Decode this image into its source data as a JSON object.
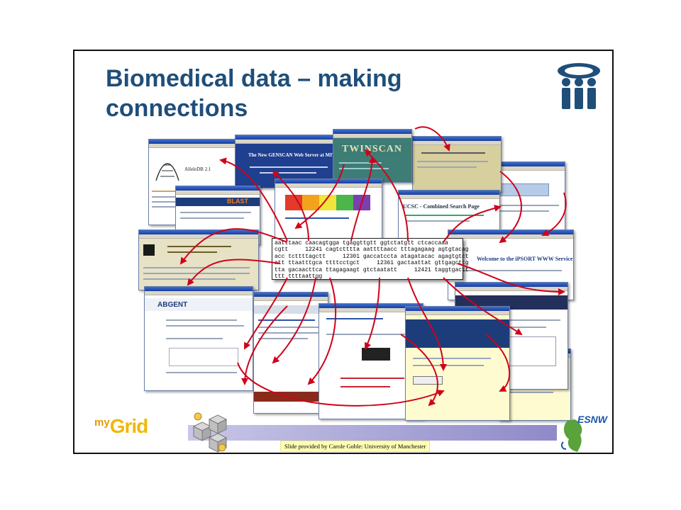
{
  "slide": {
    "title_line1": "Biomedical data – making",
    "title_line2": "connections",
    "mii_logo_icon": "mii-logo-icon",
    "footer_brand_my": "my",
    "footer_brand_grid": "Grid",
    "esnw_label": "ESNW",
    "credit": "Slide provided by Carole Goble: University of Manchester"
  },
  "screenshots": {
    "genscan_title": "The New GENSCAN Web Server at MIT",
    "twinscan_banner": "TWINSCAN",
    "blast_label": "BLAST",
    "abgent_label": "ABGENT",
    "combined_search": "UCSC - Combined Search Page",
    "ipsort_welcome": "Welcome to the iPSORT WWW Service",
    "allele_label": "AlleleDB 2.1"
  },
  "sequence": {
    "lines": [
      "aatttaac caacagtgga tgaggttgtt ggtctatgtt ctcaccaaa",
      "cgtt     12241 cagtctttta aattttaacc tttagagaag agtgtacag",
      "acc tcttttagctt     12301 gaccatccta atagatacac agagtgtct",
      "att ttaatttgca ttttcctgct     12361 gactaattat gttgagcttg",
      "tta gacaacttca ttagagaagt gtctaatatt     12421 taggtgactt",
      "ttt ttttaattgg"
    ]
  },
  "colors": {
    "title_blue": "#1f4e79",
    "arrow_red": "#d0021b",
    "credit_bg": "#ffffb3",
    "mygrid_orange": "#f2b705"
  }
}
